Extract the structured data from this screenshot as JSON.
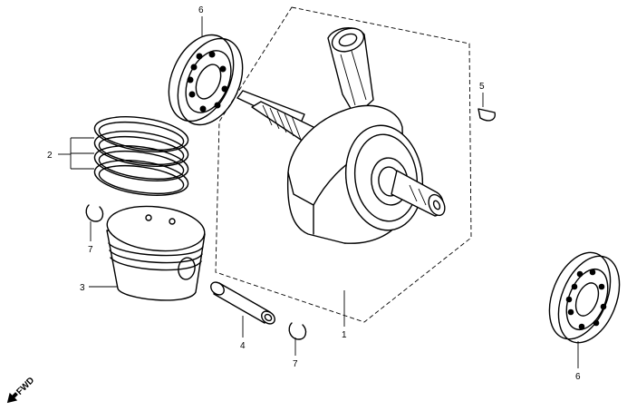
{
  "callouts": {
    "crankshaft": "1",
    "piston_rings": "2",
    "piston": "3",
    "piston_pin": "4",
    "woodruff_key": "5",
    "bearing_top": "6",
    "bearing_bottom": "6",
    "clip_left": "7",
    "clip_right": "7"
  },
  "direction_label": "FWD"
}
